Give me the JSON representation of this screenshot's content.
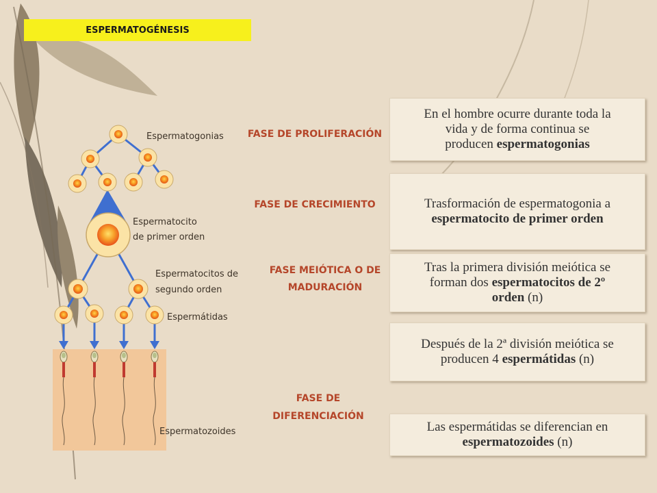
{
  "title": "ESPERMATOGÉNESIS",
  "diagram_labels": {
    "espermatogonias": "Espermatogonias",
    "espermatocito_1": "Espermatocito",
    "espermatocito_1b": "de primer orden",
    "espermatocitos_2": "Espermatocitos de",
    "espermatocitos_2b": "segundo orden",
    "espermatidas": "Espermátidas",
    "espermatozoides": "Espermatozoides"
  },
  "phases": {
    "proliferacion": "FASE DE PROLIFERACIÓN",
    "crecimiento": "FASE DE CRECIMIENTO",
    "meiotica_1": "FASE MEIÓTICA O DE",
    "meiotica_2": "MADURACIÓN",
    "diferenciacion_1": "FASE DE",
    "diferenciacion_2": "DIFERENCIACIÓN"
  },
  "boxes": {
    "b1_l1": "En el hombre ocurre durante toda la",
    "b1_l2": "vida y de forma continua se",
    "b1_l3a": "producen ",
    "b1_l3b": "espermatogonias",
    "b2_l1": "Trasformación de espermatogonia a",
    "b2_l2": "espermatocito de primer orden",
    "b3_l1": "Tras la primera división meiótica se",
    "b3_l2a": "forman dos ",
    "b3_l2b": "espermatocitos de 2º",
    "b3_l3a": "orden",
    "b3_l3b": " (n)",
    "b4_l1": "Después de la 2ª división meiótica se",
    "b4_l2a": "producen 4 ",
    "b4_l2b": "espermátidas",
    "b4_l2c": " (n)",
    "b5_l1": "Las espermátidas se diferencian en",
    "b5_l2a": "espermatozoides",
    "b5_l2b": " (n)"
  },
  "colors": {
    "title_bg": "#f7f01c",
    "phase_text": "#b5462a",
    "line_blue": "#3f6fd0",
    "cell_fill": "#fbe3a6",
    "nucleus": "#f5901e"
  }
}
